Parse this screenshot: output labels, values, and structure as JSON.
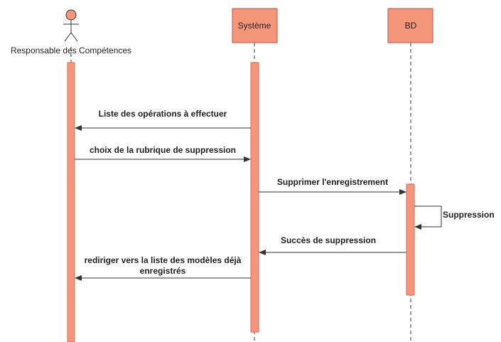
{
  "participants": {
    "actor": {
      "name": "Responsable des Compétences"
    },
    "system": {
      "name": "Système"
    },
    "db": {
      "name": "BD"
    }
  },
  "messages": {
    "m1": {
      "label": "Liste des opérations à effectuer"
    },
    "m2": {
      "label": "choix de la rubrique de suppression"
    },
    "m3": {
      "label": "Supprimer l'enregistrement"
    },
    "m4": {
      "label": "Suppression"
    },
    "m5": {
      "label": "Succès de suppression"
    },
    "m6": {
      "line1": "rediriger vers  la liste des modèles déjà",
      "line2": "enregistrés"
    }
  },
  "colors": {
    "participant_fill": "#f4967a",
    "participant_border": "#c0504d",
    "line": "#333333"
  }
}
